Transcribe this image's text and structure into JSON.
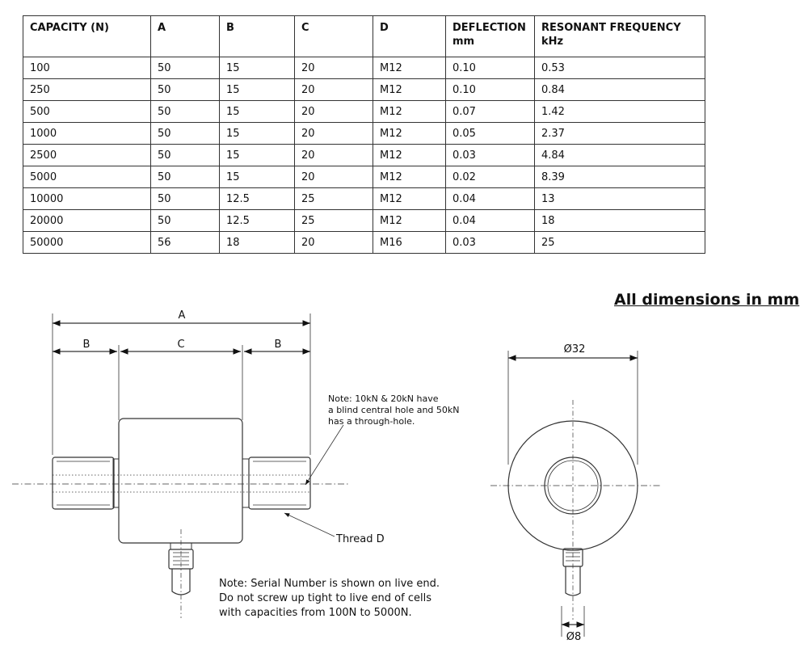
{
  "table": {
    "headers": [
      "CAPACITY (N)",
      "A",
      "B",
      "C",
      "D",
      "DEFLECTION mm",
      "RESONANT FREQUENCY kHz"
    ],
    "rows": [
      [
        "100",
        "50",
        "15",
        "20",
        "M12",
        "0.10",
        "0.53"
      ],
      [
        "250",
        "50",
        "15",
        "20",
        "M12",
        "0.10",
        "0.84"
      ],
      [
        "500",
        "50",
        "15",
        "20",
        "M12",
        "0.07",
        "1.42"
      ],
      [
        "1000",
        "50",
        "15",
        "20",
        "M12",
        "0.05",
        "2.37"
      ],
      [
        "2500",
        "50",
        "15",
        "20",
        "M12",
        "0.03",
        "4.84"
      ],
      [
        "5000",
        "50",
        "15",
        "20",
        "M12",
        "0.02",
        "8.39"
      ],
      [
        "10000",
        "50",
        "12.5",
        "25",
        "M12",
        "0.04",
        "13"
      ],
      [
        "20000",
        "50",
        "12.5",
        "25",
        "M12",
        "0.04",
        "18"
      ],
      [
        "50000",
        "56",
        "18",
        "20",
        "M16",
        "0.03",
        "25"
      ]
    ]
  },
  "dimensions_note": "All dimensions in mm",
  "side_view": {
    "label_a": "A",
    "label_b_left": "B",
    "label_c": "C",
    "label_b_right": "B",
    "hole_note": [
      "Note: 10kN & 20kN have",
      "a blind central hole and 50kN",
      "has a through-hole."
    ],
    "thread_label": "Thread D",
    "serial_note": [
      "Note: Serial Number is shown on live end.",
      "Do not screw up tight to live end of cells",
      "with capacities from 100N to 5000N."
    ]
  },
  "end_view": {
    "diameter_outer": "Ø32",
    "diameter_cable": "Ø8"
  }
}
